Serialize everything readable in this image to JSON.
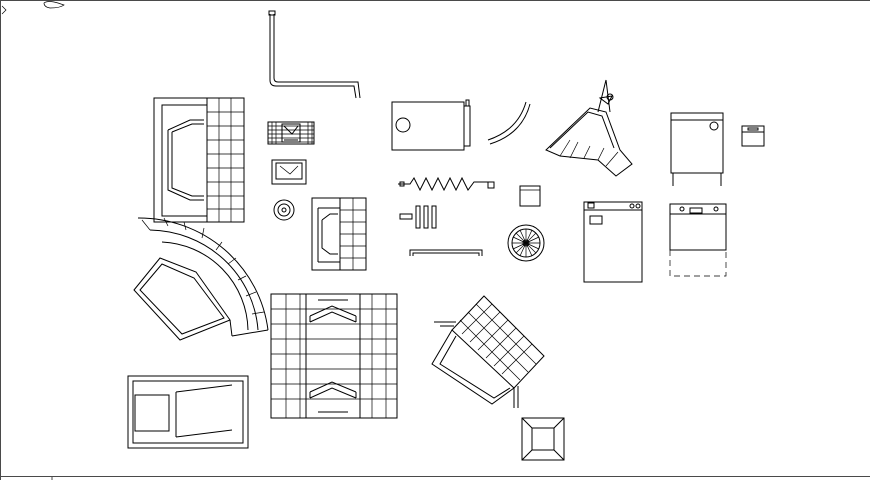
{
  "drawing": {
    "type": "cad-plan-view",
    "background": "#ffffff",
    "line_color": "#000000",
    "frame_color": "#4a4a4a",
    "blocks": [
      "tiled-sofa-upper-left",
      "curved-sectional-sofa",
      "coffee-table",
      "grab-bar-l-shaped",
      "radiator-grille",
      "small-appliance",
      "round-knob",
      "tiled-armchair",
      "tiled-double-sofa",
      "water-heater",
      "curved-handrail",
      "spring-element",
      "comb-fixture",
      "straight-handrail",
      "small-square",
      "round-fan",
      "shower-fixture",
      "rotated-tiled-sofa",
      "square-ottoman",
      "refrigerator",
      "small-cabinet",
      "washing-machine",
      "dishwasher"
    ]
  }
}
